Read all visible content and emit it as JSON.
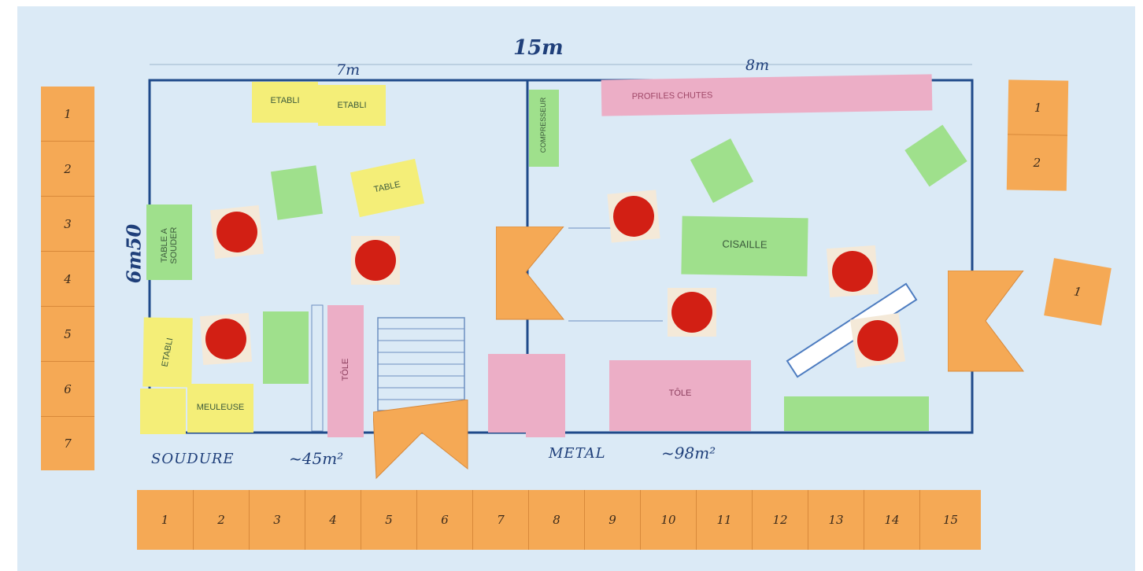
{
  "plan": {
    "total_width": "15m",
    "left_width": "7m",
    "right_width": "8m",
    "height": "6m50",
    "zone_left_name": "SOUDURE",
    "zone_left_area": "~45m²",
    "zone_right_name": "METAL",
    "zone_right_area": "~98m²"
  },
  "left_ruler": [
    "1",
    "2",
    "3",
    "4",
    "5",
    "6",
    "7"
  ],
  "bottom_ruler": [
    "1",
    "2",
    "3",
    "4",
    "5",
    "6",
    "7",
    "8",
    "9",
    "10",
    "11",
    "12",
    "13",
    "14",
    "15"
  ],
  "right_small": [
    "1",
    "2"
  ],
  "right_single": "1",
  "notes": {
    "etabli_top_1": "ETABLI",
    "etabli_top_2": "ETABLI",
    "table_top": "TABLE",
    "table_a_souder": "TABLE A SOUDER",
    "etabli_left": "ETABLI",
    "meuleuse": "MEULEUSE",
    "tole_left": "TÔLE",
    "profiles": "PROFILES CHUTES",
    "cisaille": "CISAILLE",
    "tole_right": "TÔLE",
    "compresseur": "COMPRESSEUR"
  },
  "colors": {
    "board": "#dbeaf6",
    "line": "#1f4a8a",
    "yellow": "#f4ee78",
    "green": "#9fe08c",
    "pink": "#ecaec6",
    "orange": "#f5a955",
    "dot": "#d21f14"
  }
}
